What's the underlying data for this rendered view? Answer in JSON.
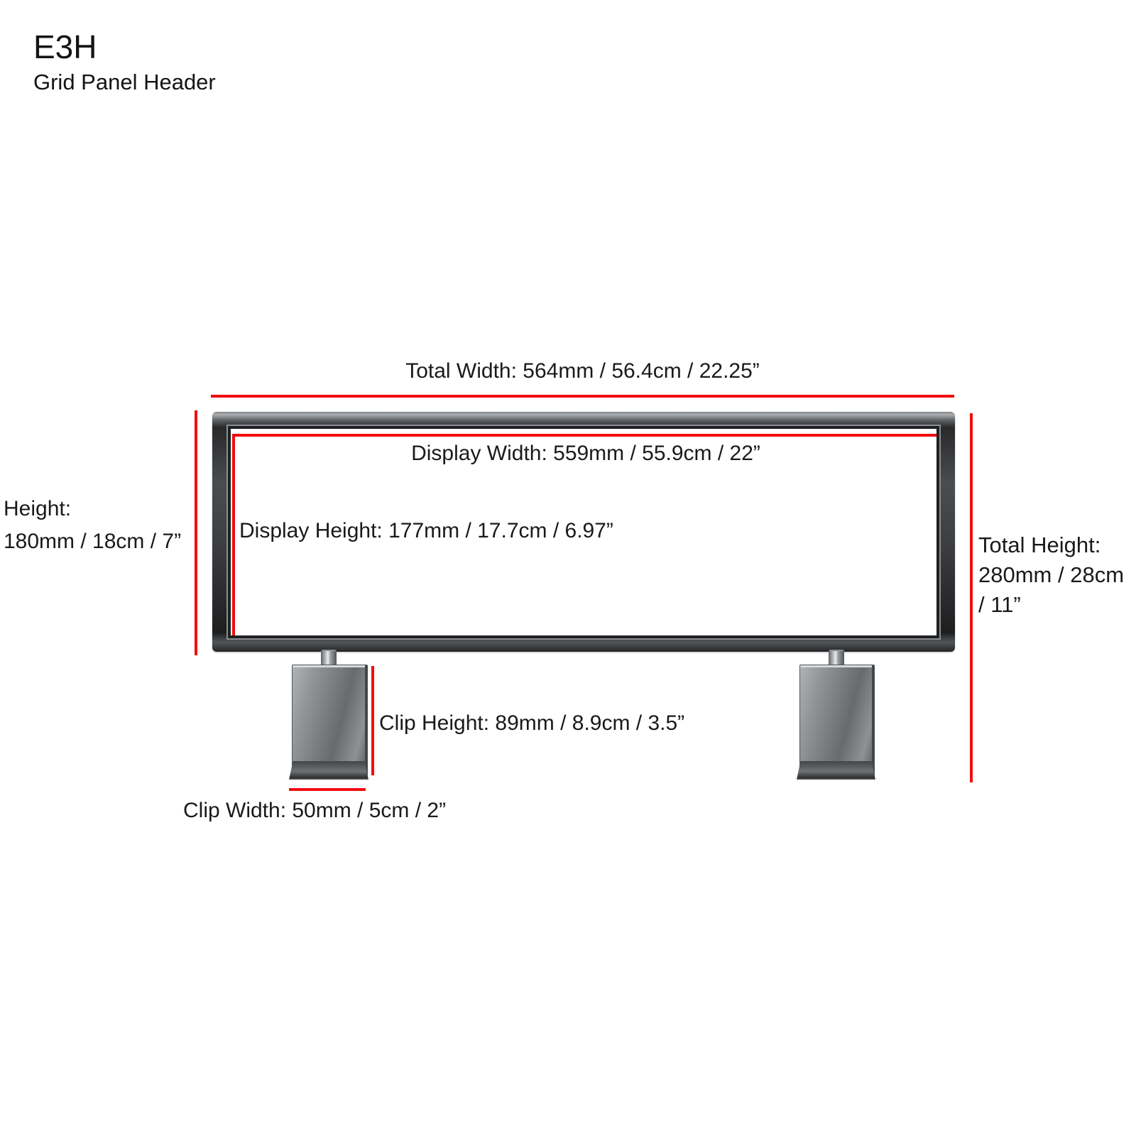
{
  "header": {
    "model": "E3H",
    "subtitle": "Grid Panel Header"
  },
  "diagram": {
    "product": "chrome grid panel sign holder frame with two mounting clips",
    "dimensions": {
      "total_width": {
        "label": "Total Width: 564mm / 56.4cm / 22.25”"
      },
      "display_width": {
        "label": "Display Width: 559mm / 55.9cm / 22”"
      },
      "height": {
        "line1": "Height:",
        "line2": "180mm / 18cm / 7”"
      },
      "display_height": {
        "label": "Display Height: 177mm / 17.7cm / 6.97”"
      },
      "total_height": {
        "line1": "Total Height:",
        "line2": "280mm / 28cm",
        "line3": "/ 11”"
      },
      "clip_height": {
        "label": "Clip Height: 89mm / 8.9cm / 3.5”"
      },
      "clip_width": {
        "label": "Clip Width: 50mm / 5cm / 2”"
      }
    }
  },
  "colors": {
    "dimension_line": "#f20d0d",
    "text": "#1a1a1a",
    "background": "#ffffff"
  }
}
